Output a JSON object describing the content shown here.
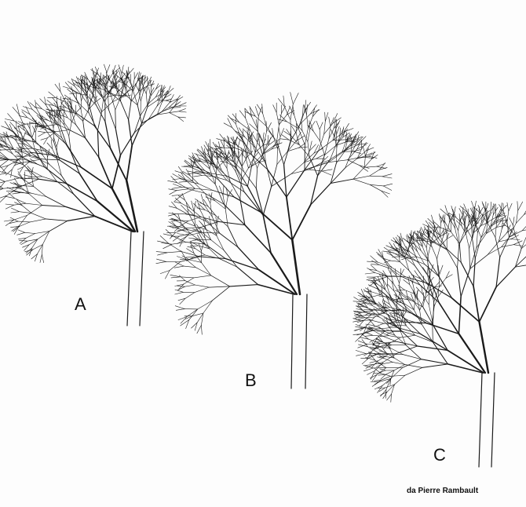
{
  "figure": {
    "labels": [
      "A",
      "B",
      "C"
    ],
    "credit": "da Pierre Rambault"
  },
  "colors": {
    "background": "#fdfdfd",
    "ink": "#1a1a1a"
  }
}
